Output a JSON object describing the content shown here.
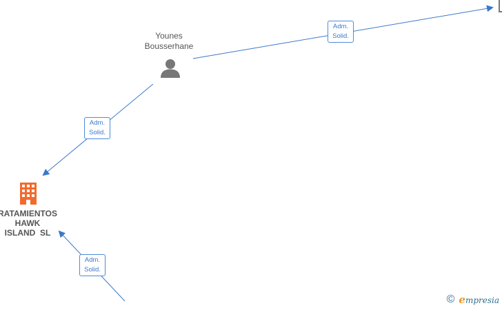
{
  "person": {
    "name_line1": "Younes",
    "name_line2": "Bousserhane",
    "icon": "person-icon"
  },
  "company": {
    "name_line1": "RATAMIENTOS",
    "name_line2": "HAWK",
    "name_line3": "ISLAND  SL",
    "icon": "building-icon",
    "color": "#f26a2e"
  },
  "edges": [
    {
      "line1": "Adm.",
      "line2": "Solid."
    },
    {
      "line1": "Adm.",
      "line2": "Solid."
    },
    {
      "line1": "Adm.",
      "line2": "Solid."
    }
  ],
  "colors": {
    "edge": "#3b78c9",
    "person_icon": "#777777"
  },
  "watermark": {
    "symbol": "©",
    "brand_first": "e",
    "brand_rest": "mpresia"
  }
}
